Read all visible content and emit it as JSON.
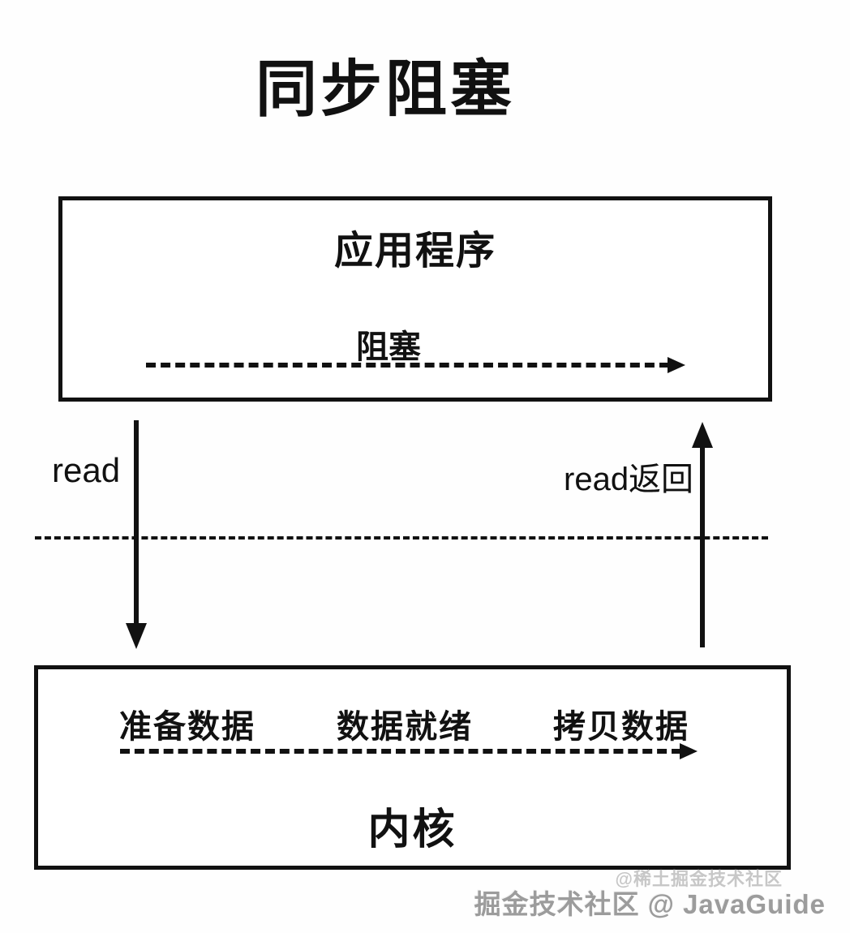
{
  "title": "同步阻塞",
  "app_box": {
    "label": "应用程序",
    "blocking_label": "阻塞"
  },
  "calls": {
    "read_label": "read",
    "read_return_label": "read返回"
  },
  "kernel_box": {
    "label": "内核",
    "steps": [
      "准备数据",
      "数据就绪",
      "拷贝数据"
    ]
  },
  "watermarks": {
    "small": "@稀土掘金技术社区",
    "large": "掘金技术社区 @ JavaGuide"
  },
  "colors": {
    "ink": "#111111",
    "background": "#fefefe",
    "watermark_small": "#c7c7c7",
    "watermark_large": "#9c9c9c"
  }
}
